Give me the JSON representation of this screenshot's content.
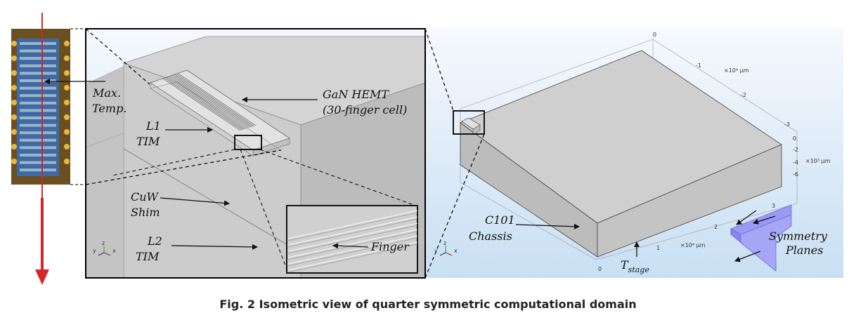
{
  "labels": {
    "max_temp_1": "Max.",
    "max_temp_2": "Temp.",
    "gan_1": "GaN HEMT",
    "gan_2": "(30-finger cell)",
    "l1": "L1",
    "tim1": "TIM",
    "cuw": "CuW",
    "shim": "Shim",
    "l2": "L2",
    "tim2": "TIM",
    "finger": "Finger",
    "c101": "C101",
    "chassis": "Chassis",
    "t": "T",
    "t_sub": "stage",
    "sym_1": "Symmetry",
    "sym_2": "Planes"
  },
  "axes": {
    "top_ticks": [
      "0",
      "-1",
      "-2",
      "-3"
    ],
    "top_unit": "×10⁴ µm",
    "right_ticks": [
      "0",
      "-2",
      "-4",
      "-6"
    ],
    "right_unit": "×10³ µm",
    "bottom_ticks": [
      "0",
      "1",
      "2",
      "3"
    ],
    "bottom_unit": "×10⁴ µm",
    "triad_y": "y",
    "triad_z": "z",
    "triad_x": "x"
  },
  "caption": "Fig. 2    Isometric view of quarter symmetric computational domain",
  "colors": {
    "arrow_red": "#d9232a",
    "symmetry": "#8f8ff2",
    "gray_body": "#c9c9c9"
  }
}
